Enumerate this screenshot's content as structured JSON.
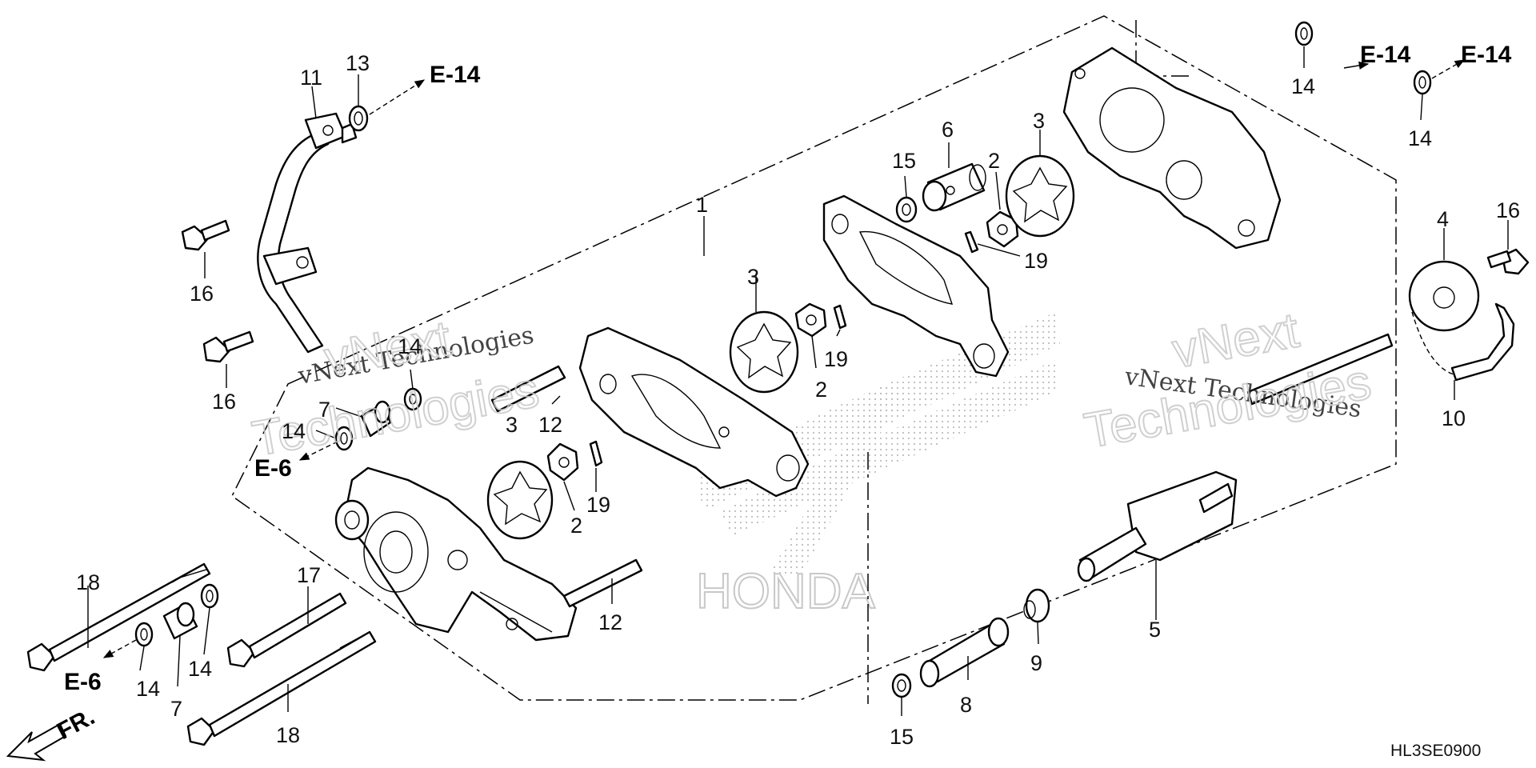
{
  "diagram": {
    "diagram_code": "HL3SE0900",
    "front_indicator": "FR.",
    "part_labels": [
      "1",
      "2",
      "2",
      "2",
      "3",
      "3",
      "3",
      "4",
      "5",
      "6",
      "7",
      "7",
      "8",
      "9",
      "10",
      "11",
      "12",
      "12",
      "13",
      "14",
      "14",
      "14",
      "14",
      "14",
      "14",
      "15",
      "15",
      "16",
      "16",
      "16",
      "17",
      "18",
      "18",
      "19",
      "19",
      "19"
    ],
    "references": [
      "E-14",
      "E-14",
      "E-14",
      "E-6",
      "E-6"
    ],
    "watermark": {
      "line1": "vNext",
      "line2": "Technologies",
      "small": "vNext Technologies",
      "brand": "HONDA"
    }
  }
}
